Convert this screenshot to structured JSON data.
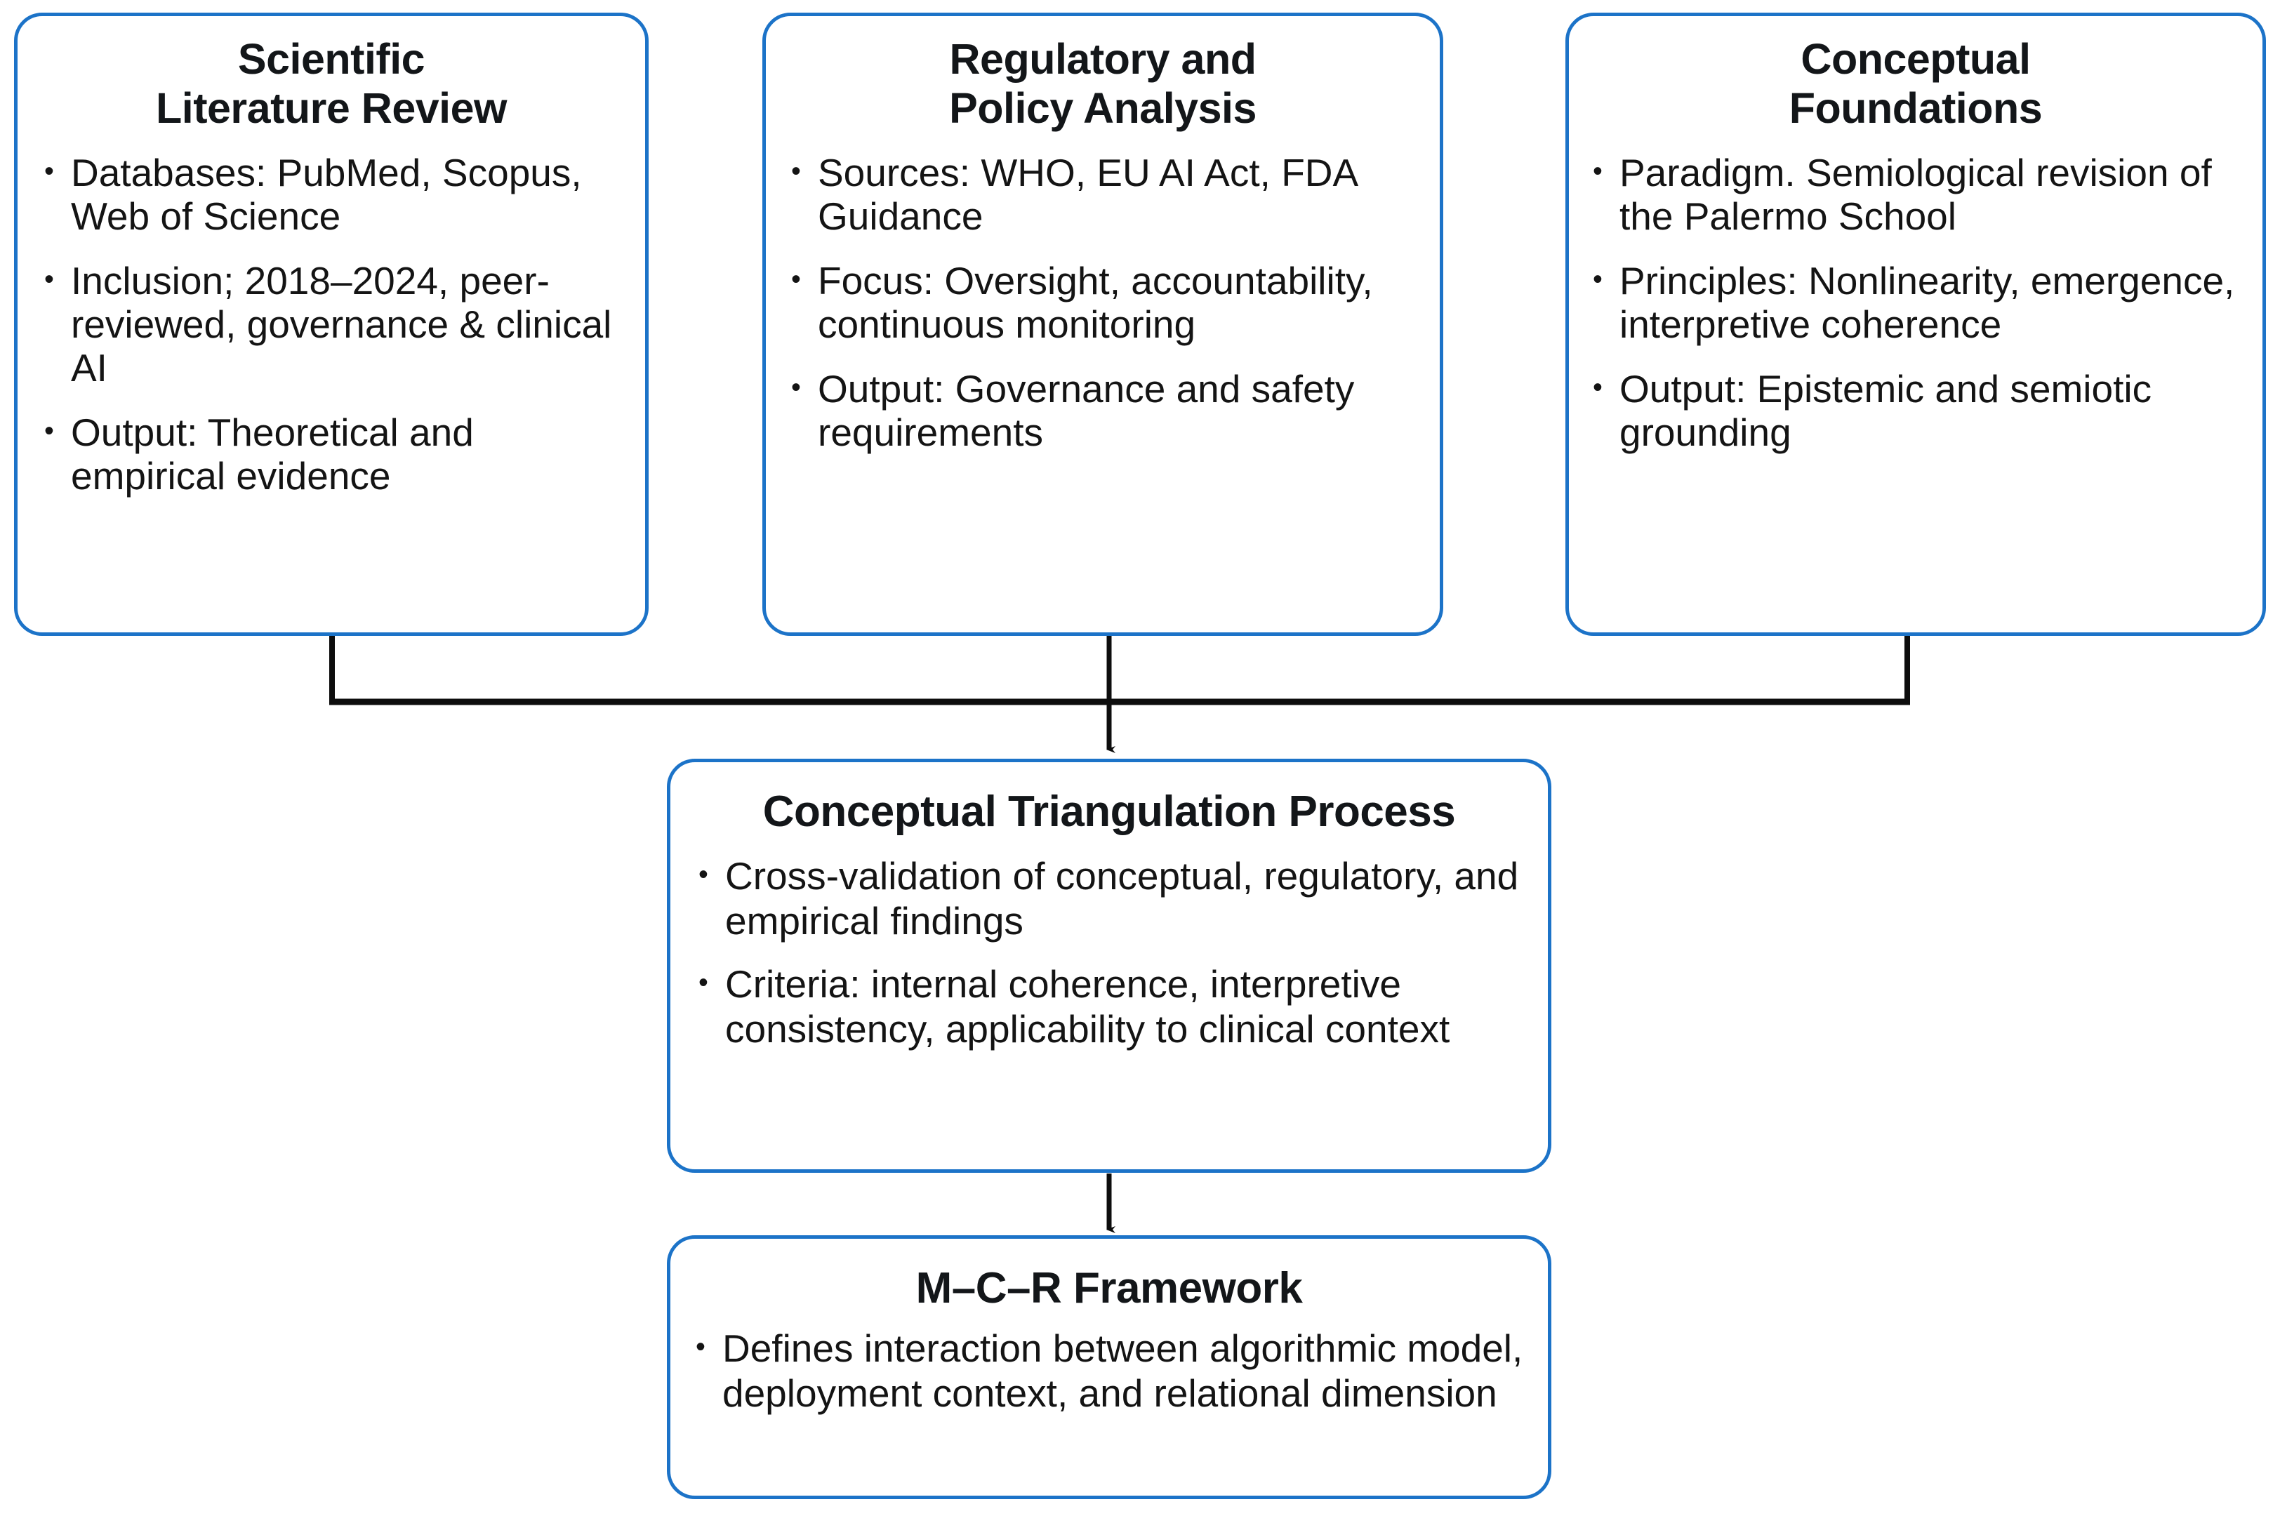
{
  "diagram": {
    "title_semantic": "research-methodology-flow",
    "accent_color": "#1C73C8",
    "text_color": "#141414",
    "nodes": [
      {
        "id": "literature",
        "title": "Scientific\nLiterature Review",
        "title_line1": "Scientific",
        "title_line2": "Literature Review",
        "bullets": [
          "Databases: PubMed, Scopus, Web of Science",
          "Inclusion; 2018–2024, peer-reviewed, governance & clinical AI",
          "Output: Theoretical and empirical evidence"
        ]
      },
      {
        "id": "regulatory",
        "title": "Regulatory and\nPolicy Analysis",
        "title_line1": "Regulatory and",
        "title_line2": "Policy Analysis",
        "bullets": [
          "Sources: WHO, EU AI Act, FDA Guidance",
          "Focus: Oversight, accountability,  continuous monitoring",
          "Output: Governance and safety requirements"
        ]
      },
      {
        "id": "conceptual",
        "title": "Conceptual\nFoundations",
        "title_line1": "Conceptual",
        "title_line2": "Foundations",
        "bullets": [
          "Paradigm. Semiological revision of the Palermo School",
          "Principles: Nonlinearity, emergence, interpretive coherence",
          "Output: Epistemic and semiotic grounding"
        ]
      },
      {
        "id": "triangulation",
        "title": "Conceptual Triangulation Process",
        "bullets": [
          "Cross-validation of conceptual, regulatory, and empirical findings",
          "Criteria: internal coherence, interpretive consistency, applicability to clinical context"
        ]
      },
      {
        "id": "mcr",
        "title": "M–C–R Framework",
        "bullets": [
          "Defines interaction between algorithmic model, deployment context, and relational dimension"
        ]
      }
    ],
    "connectors": [
      {
        "name": "literature-to-junction",
        "type": "elbow-down"
      },
      {
        "name": "regulatory-to-junction",
        "type": "straight-down"
      },
      {
        "name": "conceptual-to-junction",
        "type": "elbow-down"
      },
      {
        "name": "junction-to-triangulation",
        "type": "arrow-down"
      },
      {
        "name": "triangulation-to-mcr",
        "type": "arrow-down"
      }
    ]
  }
}
